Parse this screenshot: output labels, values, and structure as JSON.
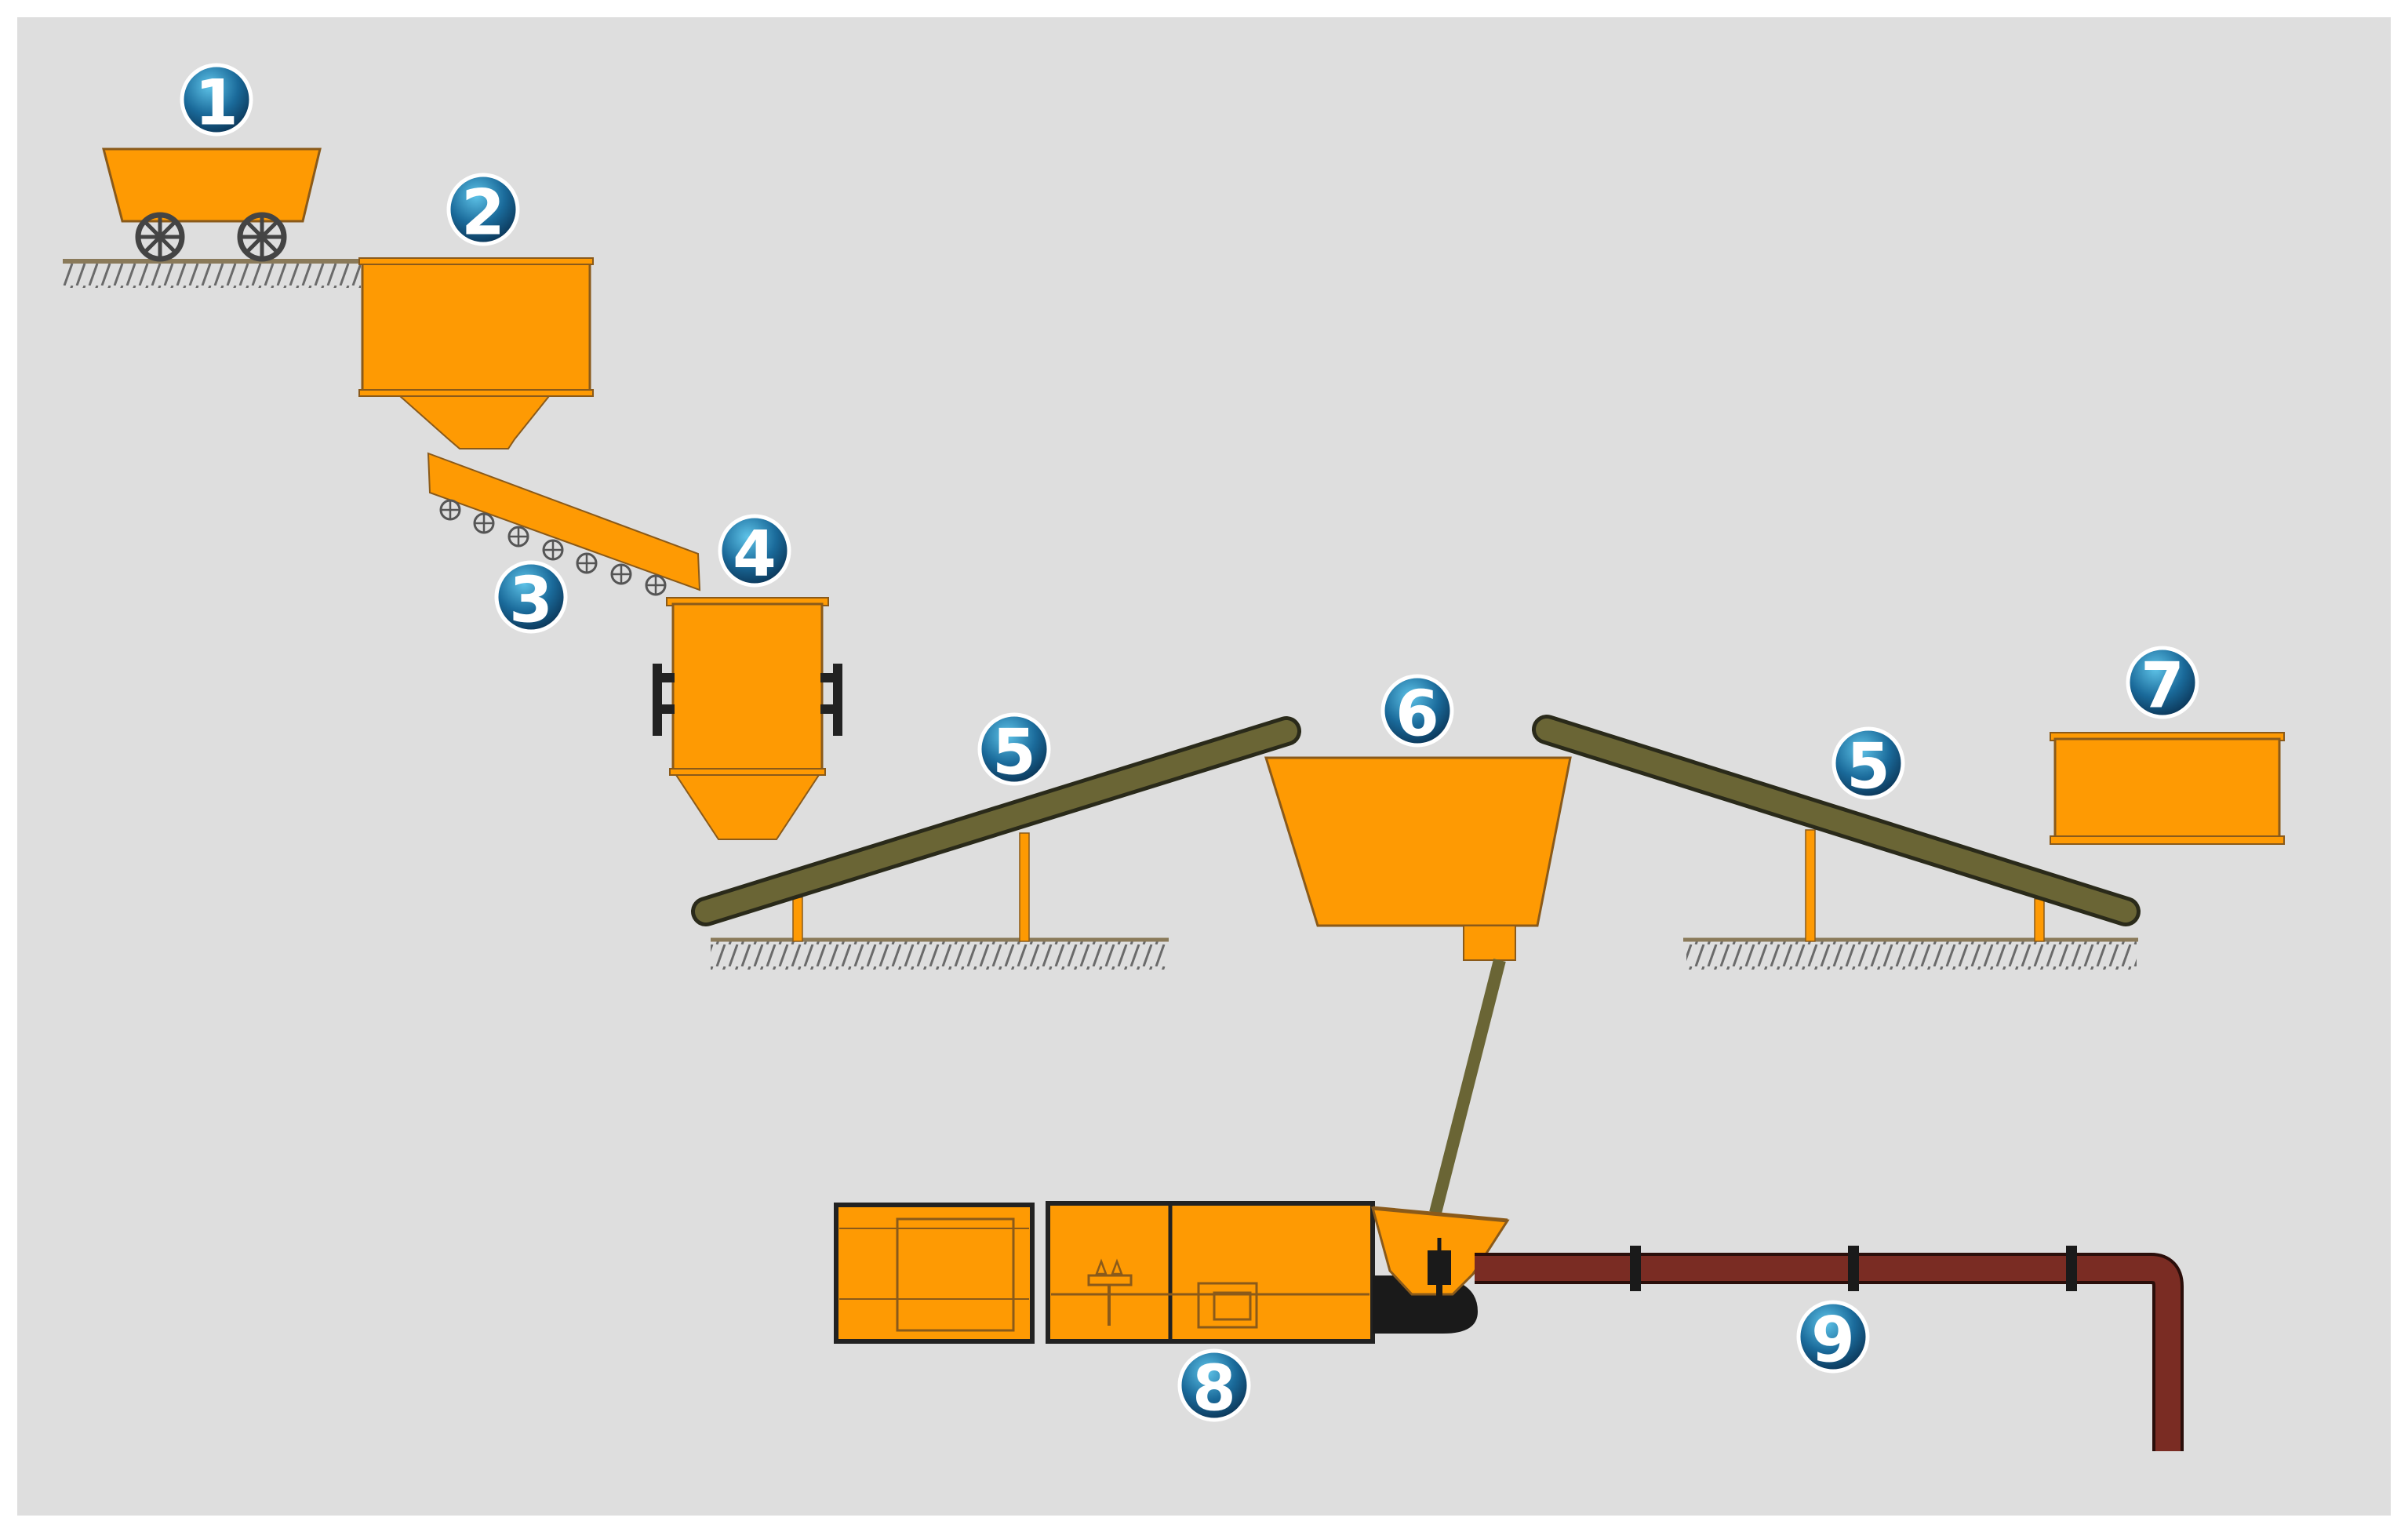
{
  "diagram": {
    "colors": {
      "background": "#dedede",
      "equipment": "#fe9a03",
      "equipment_outline": "#8a5a1a",
      "belt": "#6a6535",
      "belt_outline": "#2a2a1a",
      "ground": "#8a7a5a",
      "pipe": "#7a2c23",
      "badge": "#1d6fa0",
      "badge_text": "#ffffff"
    },
    "badges": [
      {
        "id": "mine-cart",
        "label": "1"
      },
      {
        "id": "receiving-hopper",
        "label": "2"
      },
      {
        "id": "feeder",
        "label": "3"
      },
      {
        "id": "crusher",
        "label": "4"
      },
      {
        "id": "belt-conveyor-left",
        "label": "5"
      },
      {
        "id": "mixing-hopper",
        "label": "6"
      },
      {
        "id": "storage-bin",
        "label": "7"
      },
      {
        "id": "pump-station",
        "label": "8"
      },
      {
        "id": "pipeline",
        "label": "9"
      },
      {
        "id": "belt-conveyor-right",
        "label": "5"
      }
    ]
  }
}
